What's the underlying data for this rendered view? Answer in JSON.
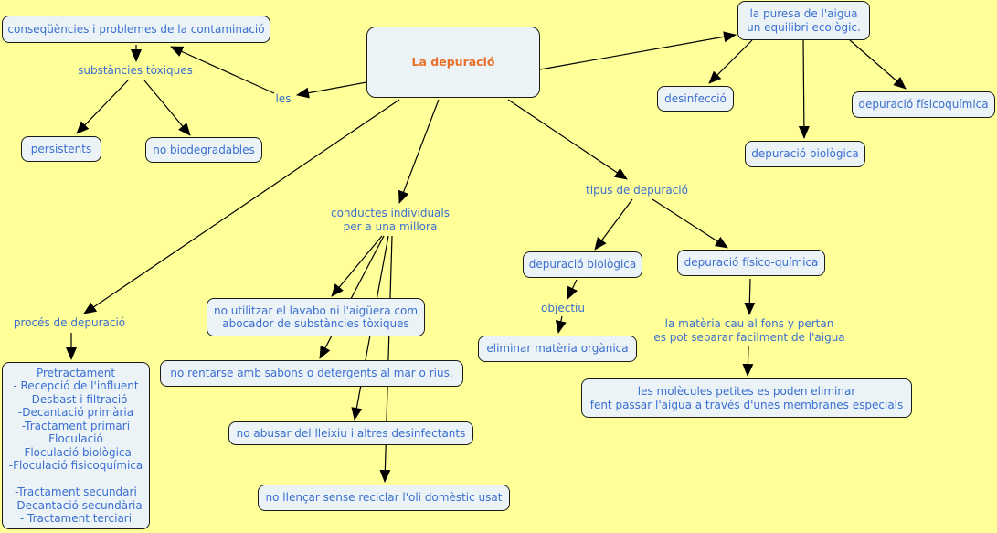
{
  "colors": {
    "background": "#ffff99",
    "node_fill": "#ecf3f7",
    "node_border": "#1a1a1a",
    "node_text": "#3a6fd0",
    "root_text": "#e8712a"
  },
  "nodes": {
    "root": "La depuració",
    "consequencies": "conseqüències i problemes de la contaminació",
    "persistents": "persistents",
    "no_biodegradables": "no biodegradables",
    "puresa": "la puresa de l'aigua\nun equilibri ecològic.",
    "desinfeccio": "desinfecció",
    "depuracio_fisicoquimica": "depuració físicoquímica",
    "depuracio_biologica_top": "depuració biològica",
    "depuracio_biologica": "depuració biològica",
    "depuracio_fisico_quimica": "depuració físico-química",
    "eliminar_materia": "eliminar matèria orgànica",
    "molecules": "les molècules petites es poden eliminar\nfent passar l'aigua a través d'unes membranes especials",
    "no_utilitzar": "no utilitzar el lavabo ni l'aigüera com\nabocador de substàncies tòxiques",
    "no_rentarse": "no rentarse amb sabons o detergents al mar o rius.",
    "no_abusar": "no abusar del lleixiu i altres desinfectants",
    "no_llencar": "no llençar sense reciclar l'oli domèstic usat",
    "proces_steps": "Pretractament\n- Recepció de l'influent\n- Desbast i filtració\n-Decantació primària\n-Tractament primari\nFloculació\n-Floculació biològica\n-Floculació fisicoquímica\n\n-Tractament secundari\n- Decantació secundària\n- Tractament terciari"
  },
  "linking_phrases": {
    "substancies": "substàncies tòxiques",
    "les": "les",
    "conductes": "conductes individuals\nper a una millora",
    "tipus": "tipus de depuració",
    "proces": "procés de depuració",
    "objectiu": "objectiu",
    "materia_cau": "la matèria cau al fons y pertan\nes pot separar facilment de l'aigua"
  }
}
